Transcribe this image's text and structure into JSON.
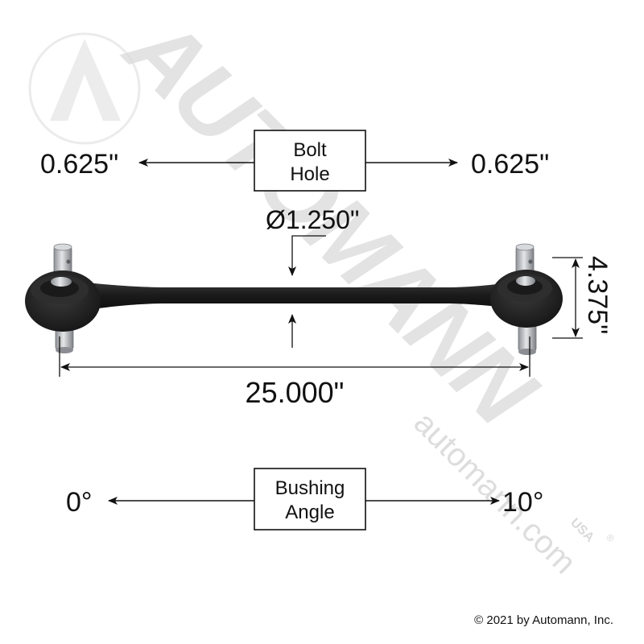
{
  "watermark": {
    "brand": "AUTOMANN",
    "url": "automann.com",
    "region": "USA",
    "registered": "®"
  },
  "bolt_hole": {
    "label_line1": "Bolt",
    "label_line2": "Hole",
    "left_value": "0.625\"",
    "right_value": "0.625\""
  },
  "shaft_diameter": "Ø1.250\"",
  "height_dimension": "4.375\"",
  "length_dimension": "25.000\"",
  "bushing_angle": {
    "label_line1": "Bushing",
    "label_line2": "Angle",
    "min_value": "0°",
    "max_value": "10°"
  },
  "copyright": "© 2021 by Automann, Inc.",
  "colors": {
    "rod": "#1c1c1c",
    "bushing": "#222222",
    "pin": "#b9bcc0",
    "watermark": "#d9d9d9",
    "line": "#111111"
  }
}
